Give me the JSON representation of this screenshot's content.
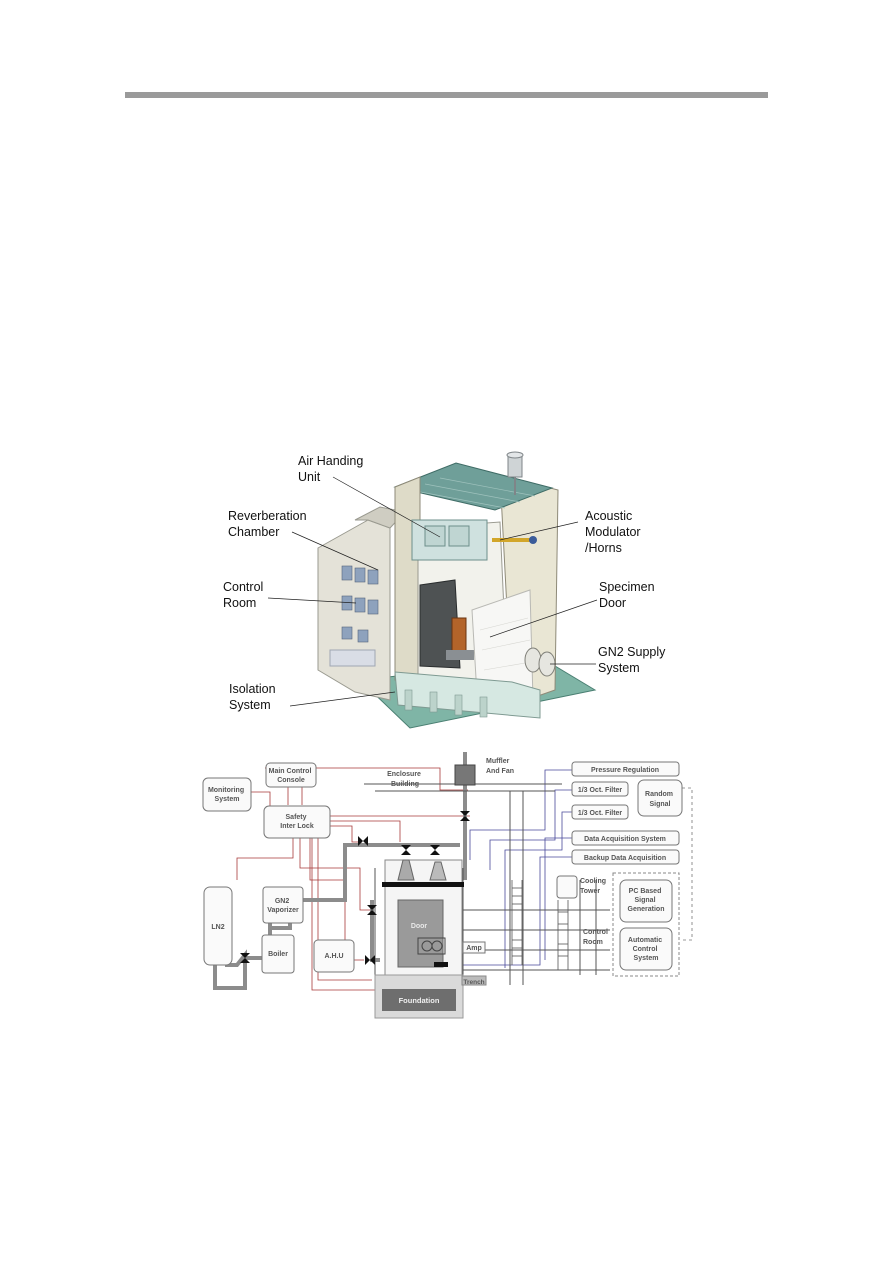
{
  "cutaway": {
    "callouts": {
      "air_handling_unit": "Air Handing\nUnit",
      "reverberation_chamber": "Reverberation\nChamber",
      "control_room": "Control\nRoom",
      "isolation_system": "Isolation\nSystem",
      "acoustic_modulator": "Acoustic\nModulator\n/Horns",
      "specimen_door": "Specimen\nDoor",
      "gn2_supply": "GN2 Supply\nSystem"
    }
  },
  "schematic": {
    "monitoring_system": [
      "Monitoring",
      "System"
    ],
    "main_control_console": [
      "Main Control",
      "Console"
    ],
    "safety_interlock": [
      "Safety",
      "Inter Lock"
    ],
    "enclosure_building": [
      "Enclosure",
      "Building"
    ],
    "muffler_fan": [
      "Muffler",
      "And Fan"
    ],
    "pressure_regulation": "Pressure Regulation",
    "oct_filter_1": "1/3 Oct. Filter",
    "oct_filter_2": "1/3 Oct. Filter",
    "random_signal": [
      "Random",
      "Signal"
    ],
    "data_acquisition": "Data Acquisition System",
    "backup_data_acquisition": "Backup Data Acquisition",
    "cooling_tower": [
      "Cooling",
      "Tower"
    ],
    "pc_signal_generation": [
      "PC Based",
      "Signal",
      "Generation"
    ],
    "control_room": [
      "Control",
      "Room"
    ],
    "automatic_control": [
      "Automatic",
      "Control",
      "System"
    ],
    "ln2": "LN2",
    "gn2_vaporizer": [
      "GN2",
      "Vaporizer"
    ],
    "boiler": "Boiler",
    "ahu": "A.H.U",
    "door": "Door",
    "amp": "Amp",
    "trench": "Trench",
    "foundation": "Foundation"
  },
  "colors": {
    "header_rule": "#9a9a9a",
    "pipe": "#8c8c8c",
    "signal_red": "#a83a3a",
    "signal_blue": "#4a4a9a",
    "box_stroke": "#777777"
  }
}
